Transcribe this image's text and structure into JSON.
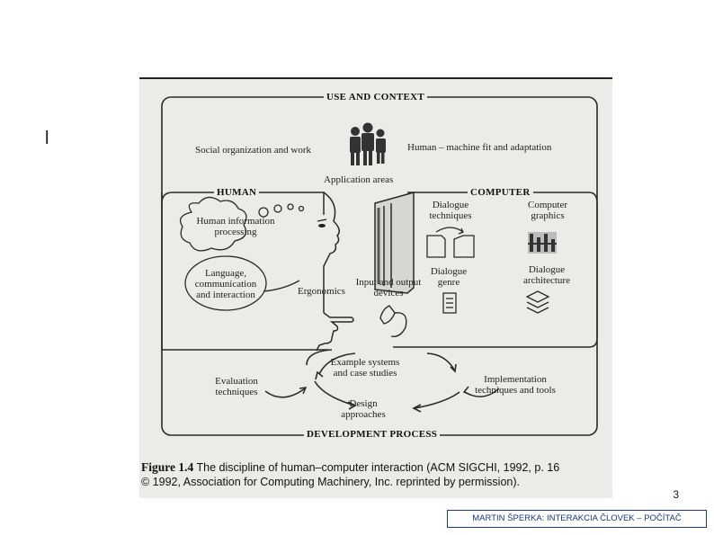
{
  "slide": {
    "bullet": "l",
    "page_number": "3",
    "footer": "MARTIN ŠPERKA: INTERAKCIA ČLOVEK – POČÍTAČ"
  },
  "figure": {
    "sections": {
      "use_and_context": "USE AND CONTEXT",
      "human": "HUMAN",
      "computer": "COMPUTER",
      "development_process": "DEVELOPMENT PROCESS"
    },
    "labels": {
      "social_organization": "Social organization and work",
      "human_machine_fit": "Human – machine fit and adaptation",
      "application_areas": "Application areas",
      "human_info_processing": "Human information processing",
      "language_communication": "Language, communication and interaction",
      "ergonomics": "Ergonomics",
      "dialogue_techniques": "Dialogue techniques",
      "computer_graphics": "Computer graphics",
      "input_output_devices": "Input and output devices",
      "dialogue_genre": "Dialogue genre",
      "dialogue_architecture": "Dialogue architecture",
      "example_systems": "Example systems and case studies",
      "evaluation_techniques": "Evaluation techniques",
      "implementation_techniques": "Implementation techniques and tools",
      "design_approaches": "Design approaches"
    },
    "caption": {
      "figure_number": "Figure 1.4",
      "line1": "The discipline of human–computer interaction (ACM SIGCHI, 1992, p. 16",
      "line2": "© 1992, Association for Computing Machinery, Inc. reprinted by permission)."
    }
  }
}
